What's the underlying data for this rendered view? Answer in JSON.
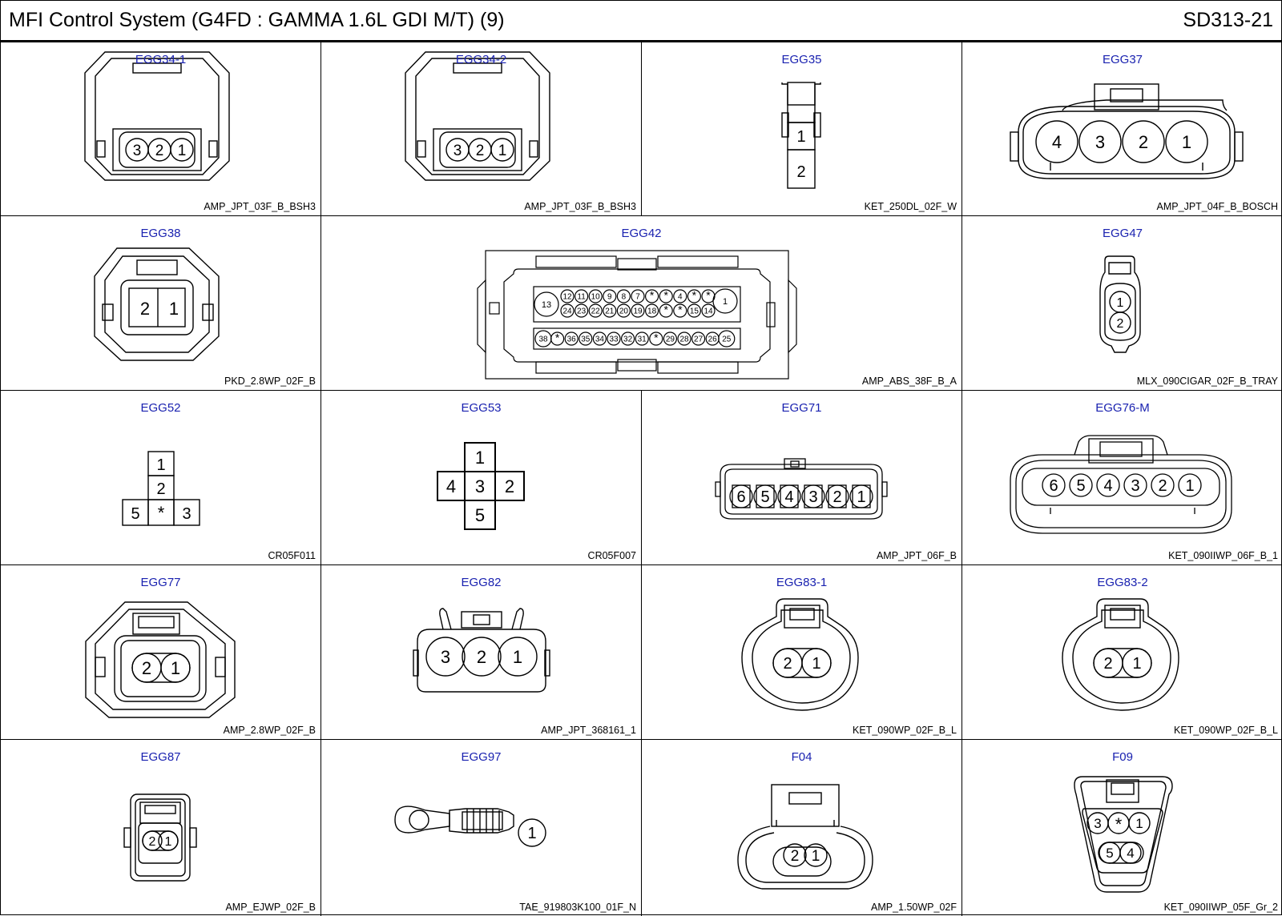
{
  "header": {
    "title": "MFI Control System (G4FD : GAMMA 1.6L GDI M/T) (9)",
    "code": "SD313-21"
  },
  "connectors": [
    {
      "name": "EGG34-1",
      "type": "AMP_JPT_03F_B_BSH3",
      "pins": [
        "3",
        "2",
        "1"
      ]
    },
    {
      "name": "EGG34-2",
      "type": "AMP_JPT_03F_B_BSH3",
      "pins": [
        "3",
        "2",
        "1"
      ]
    },
    {
      "name": "EGG35",
      "type": "KET_250DL_02F_W",
      "pins": [
        "1",
        "2"
      ]
    },
    {
      "name": "EGG37",
      "type": "AMP_JPT_04F_B_BOSCH",
      "pins": [
        "4",
        "3",
        "2",
        "1"
      ]
    },
    {
      "name": "EGG38",
      "type": "PKD_2.8WP_02F_B",
      "pins": [
        "2",
        "1"
      ]
    },
    {
      "name": "EGG42",
      "type": "AMP_ABS_38F_B_A",
      "pins": {
        "row1": [
          "12",
          "11",
          "10",
          "9",
          "8",
          "7",
          "*",
          "*",
          "4",
          "*",
          "*"
        ],
        "row2": [
          "24",
          "23",
          "22",
          "21",
          "20",
          "19",
          "18",
          "*",
          "*",
          "15",
          "14"
        ],
        "left": "13",
        "right": "1",
        "row3": [
          "38",
          "*",
          "36",
          "35",
          "34",
          "33",
          "32",
          "31",
          "*",
          "29",
          "28",
          "27",
          "26",
          "25"
        ]
      }
    },
    {
      "name": "EGG47",
      "type": "MLX_090CIGAR_02F_B_TRAY",
      "pins": [
        "1",
        "2"
      ]
    },
    {
      "name": "EGG52",
      "type": "CR05F011",
      "pins": [
        "1",
        "2",
        "5",
        "*",
        "3"
      ]
    },
    {
      "name": "EGG53",
      "type": "CR05F007",
      "pins": [
        "1",
        "4",
        "3",
        "2",
        "5"
      ]
    },
    {
      "name": "EGG71",
      "type": "AMP_JPT_06F_B",
      "pins": [
        "6",
        "5",
        "4",
        "3",
        "2",
        "1"
      ]
    },
    {
      "name": "EGG76-M",
      "type": "KET_090IIWP_06F_B_1",
      "pins": [
        "6",
        "5",
        "4",
        "3",
        "2",
        "1"
      ]
    },
    {
      "name": "EGG77",
      "type": "AMP_2.8WP_02F_B",
      "pins": [
        "2",
        "1"
      ]
    },
    {
      "name": "EGG82",
      "type": "AMP_JPT_368161_1",
      "pins": [
        "3",
        "2",
        "1"
      ]
    },
    {
      "name": "EGG83-1",
      "type": "KET_090WP_02F_B_L",
      "pins": [
        "2",
        "1"
      ]
    },
    {
      "name": "EGG83-2",
      "type": "KET_090WP_02F_B_L",
      "pins": [
        "2",
        "1"
      ]
    },
    {
      "name": "EGG87",
      "type": "AMP_EJWP_02F_B",
      "pins": [
        "2",
        "1"
      ]
    },
    {
      "name": "EGG97",
      "type": "TAE_919803K100_01F_N",
      "pins": [
        "1"
      ]
    },
    {
      "name": "F04",
      "type": "AMP_1.50WP_02F",
      "pins": [
        "2",
        "1"
      ]
    },
    {
      "name": "F09",
      "type": "KET_090IIWP_05F_Gr_2",
      "pins": [
        "3",
        "*",
        "1",
        "5",
        "4"
      ]
    }
  ]
}
